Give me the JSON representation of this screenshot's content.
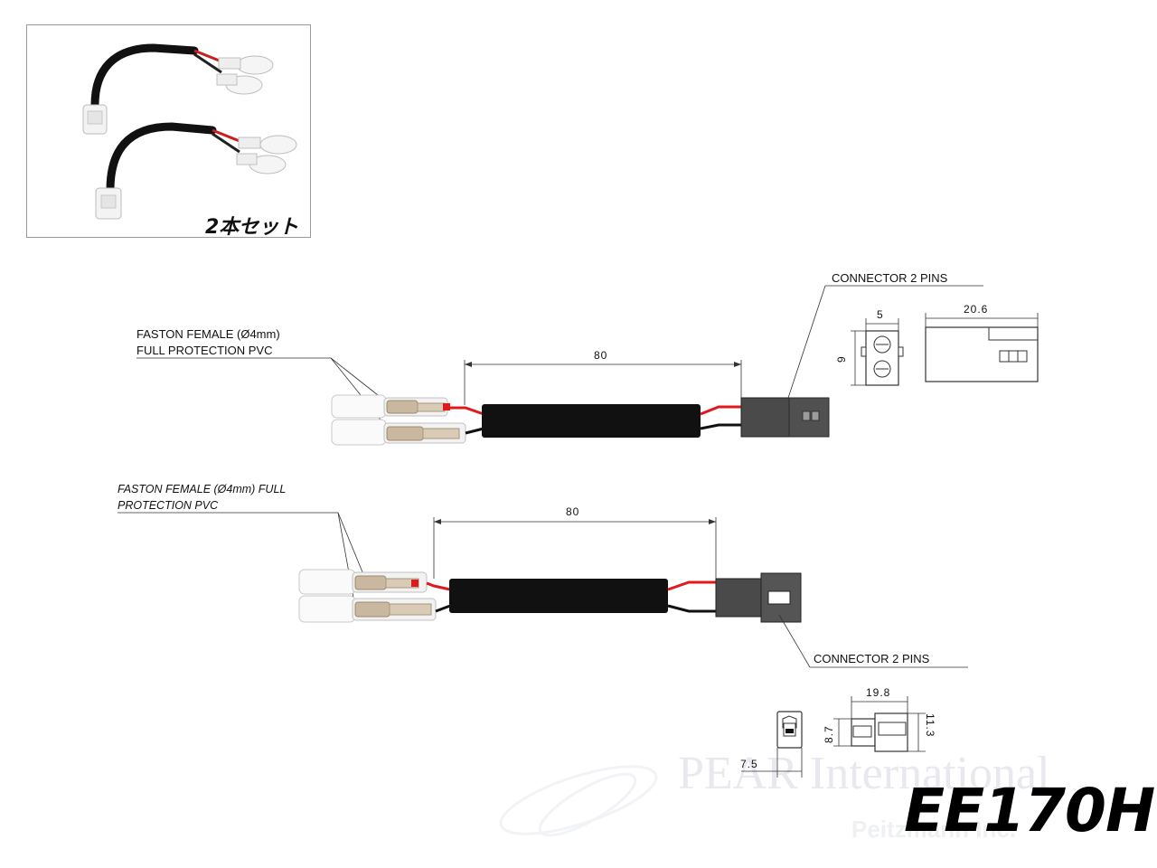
{
  "photo": {
    "caption": "2本セット"
  },
  "diagram_top": {
    "faston_label_line1": "FASTON FEMALE (Ø4mm)",
    "faston_label_line2": "FULL PROTECTION PVC",
    "length_dim": "80",
    "connector_label": "CONNECTOR 2 PINS",
    "front_width_dim": "5",
    "front_height_dim": "9",
    "side_length_dim": "20.6"
  },
  "diagram_bottom": {
    "faston_label_line1": "FASTON FEMALE (Ø4mm) FULL",
    "faston_label_line2": "PROTECTION PVC",
    "length_dim": "80",
    "connector_label": "CONNECTOR 2 PINS",
    "front_width_dim": "7.5",
    "side_length_dim": "19.8",
    "side_height_dim_left": "8.7",
    "side_height_dim_right": "11.3"
  },
  "watermark": {
    "line1": "PEAR International",
    "line2": "Peitzmann Inc."
  },
  "model_code": "EE170H",
  "colors": {
    "wire_red": "#e0191e",
    "wire_black": "#111111",
    "connector": "#4a4a4a",
    "faston": "#c9b89f"
  }
}
